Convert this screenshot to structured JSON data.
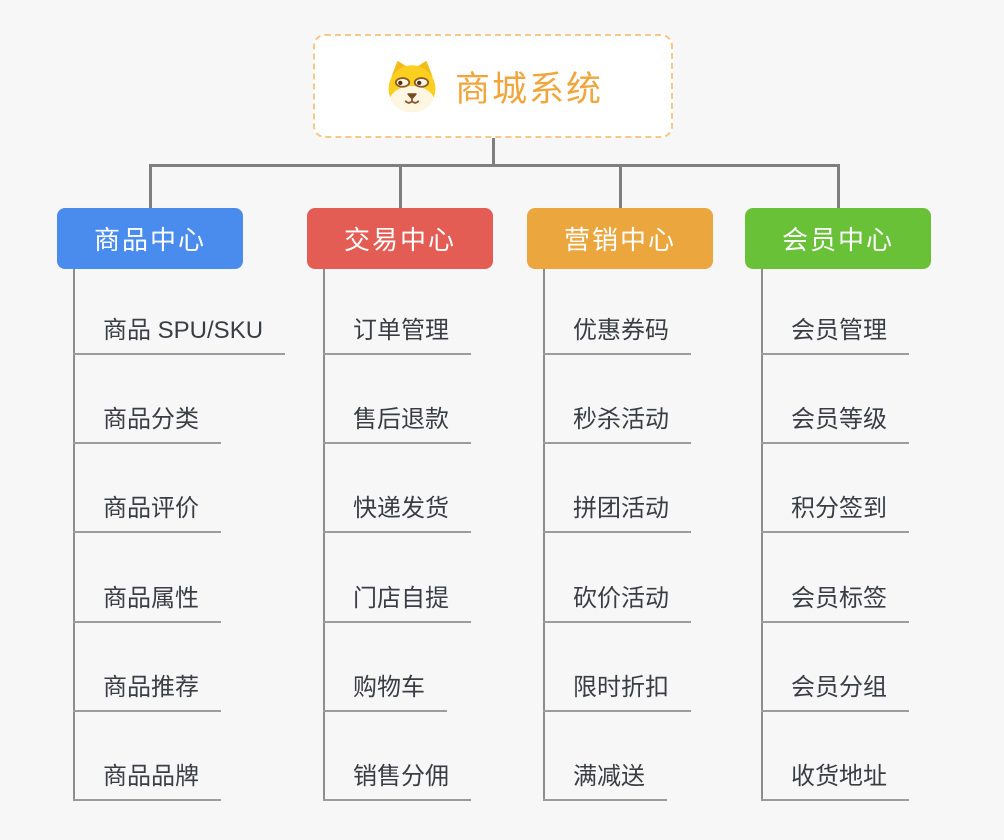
{
  "root": {
    "title": "商城系统",
    "icon": "dog-face-icon",
    "accent_color": "#f0a63c",
    "border_color": "#f4c886"
  },
  "connector_color": "#7f7f7f",
  "leaf_line_color": "#9c9c9c",
  "leaf_text_color": "#3a3e44",
  "background_color": "#f7f7f7",
  "branches": [
    {
      "label": "商品中心",
      "color": "#4a8cee",
      "items": [
        "商品 SPU/SKU",
        "商品分类",
        "商品评价",
        "商品属性",
        "商品推荐",
        "商品品牌"
      ]
    },
    {
      "label": "交易中心",
      "color": "#e35d55",
      "items": [
        "订单管理",
        "售后退款",
        "快递发货",
        "门店自提",
        "购物车",
        "销售分佣"
      ]
    },
    {
      "label": "营销中心",
      "color": "#eba63e",
      "items": [
        "优惠券码",
        "秒杀活动",
        "拼团活动",
        "砍价活动",
        "限时折扣",
        "满减送"
      ]
    },
    {
      "label": "会员中心",
      "color": "#69c138",
      "items": [
        "会员管理",
        "会员等级",
        "积分签到",
        "会员标签",
        "会员分组",
        "收货地址"
      ]
    }
  ]
}
